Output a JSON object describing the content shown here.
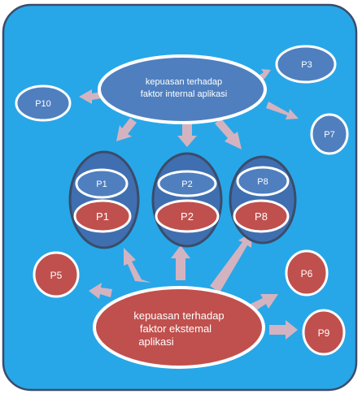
{
  "colors": {
    "panel": "#27a7e8",
    "panel_border": "#3b4c6a",
    "blue_node": "#4f7fbf",
    "blue_node_dark": "#3f6fb0",
    "red_node": "#c0504d",
    "node_stroke": "#ffffff",
    "arrow": "#d4b3c0",
    "text": "#ffffff"
  },
  "internal": {
    "center": {
      "line1": "kepuasan terhadap",
      "line2": "faktor internal  aplikasi"
    },
    "p3": "P3",
    "p10": "P10",
    "p7": "P7"
  },
  "groups": [
    {
      "top": "P1",
      "bottom": "P1"
    },
    {
      "top": "P2",
      "bottom": "P2"
    },
    {
      "top": "P8",
      "bottom": "P8"
    }
  ],
  "external": {
    "center": {
      "line1": "kepuasan terhadap",
      "line2": "faktor ekstemal",
      "line3": "aplikasi"
    },
    "p5": "P5",
    "p6": "P6",
    "p9": "P9"
  }
}
